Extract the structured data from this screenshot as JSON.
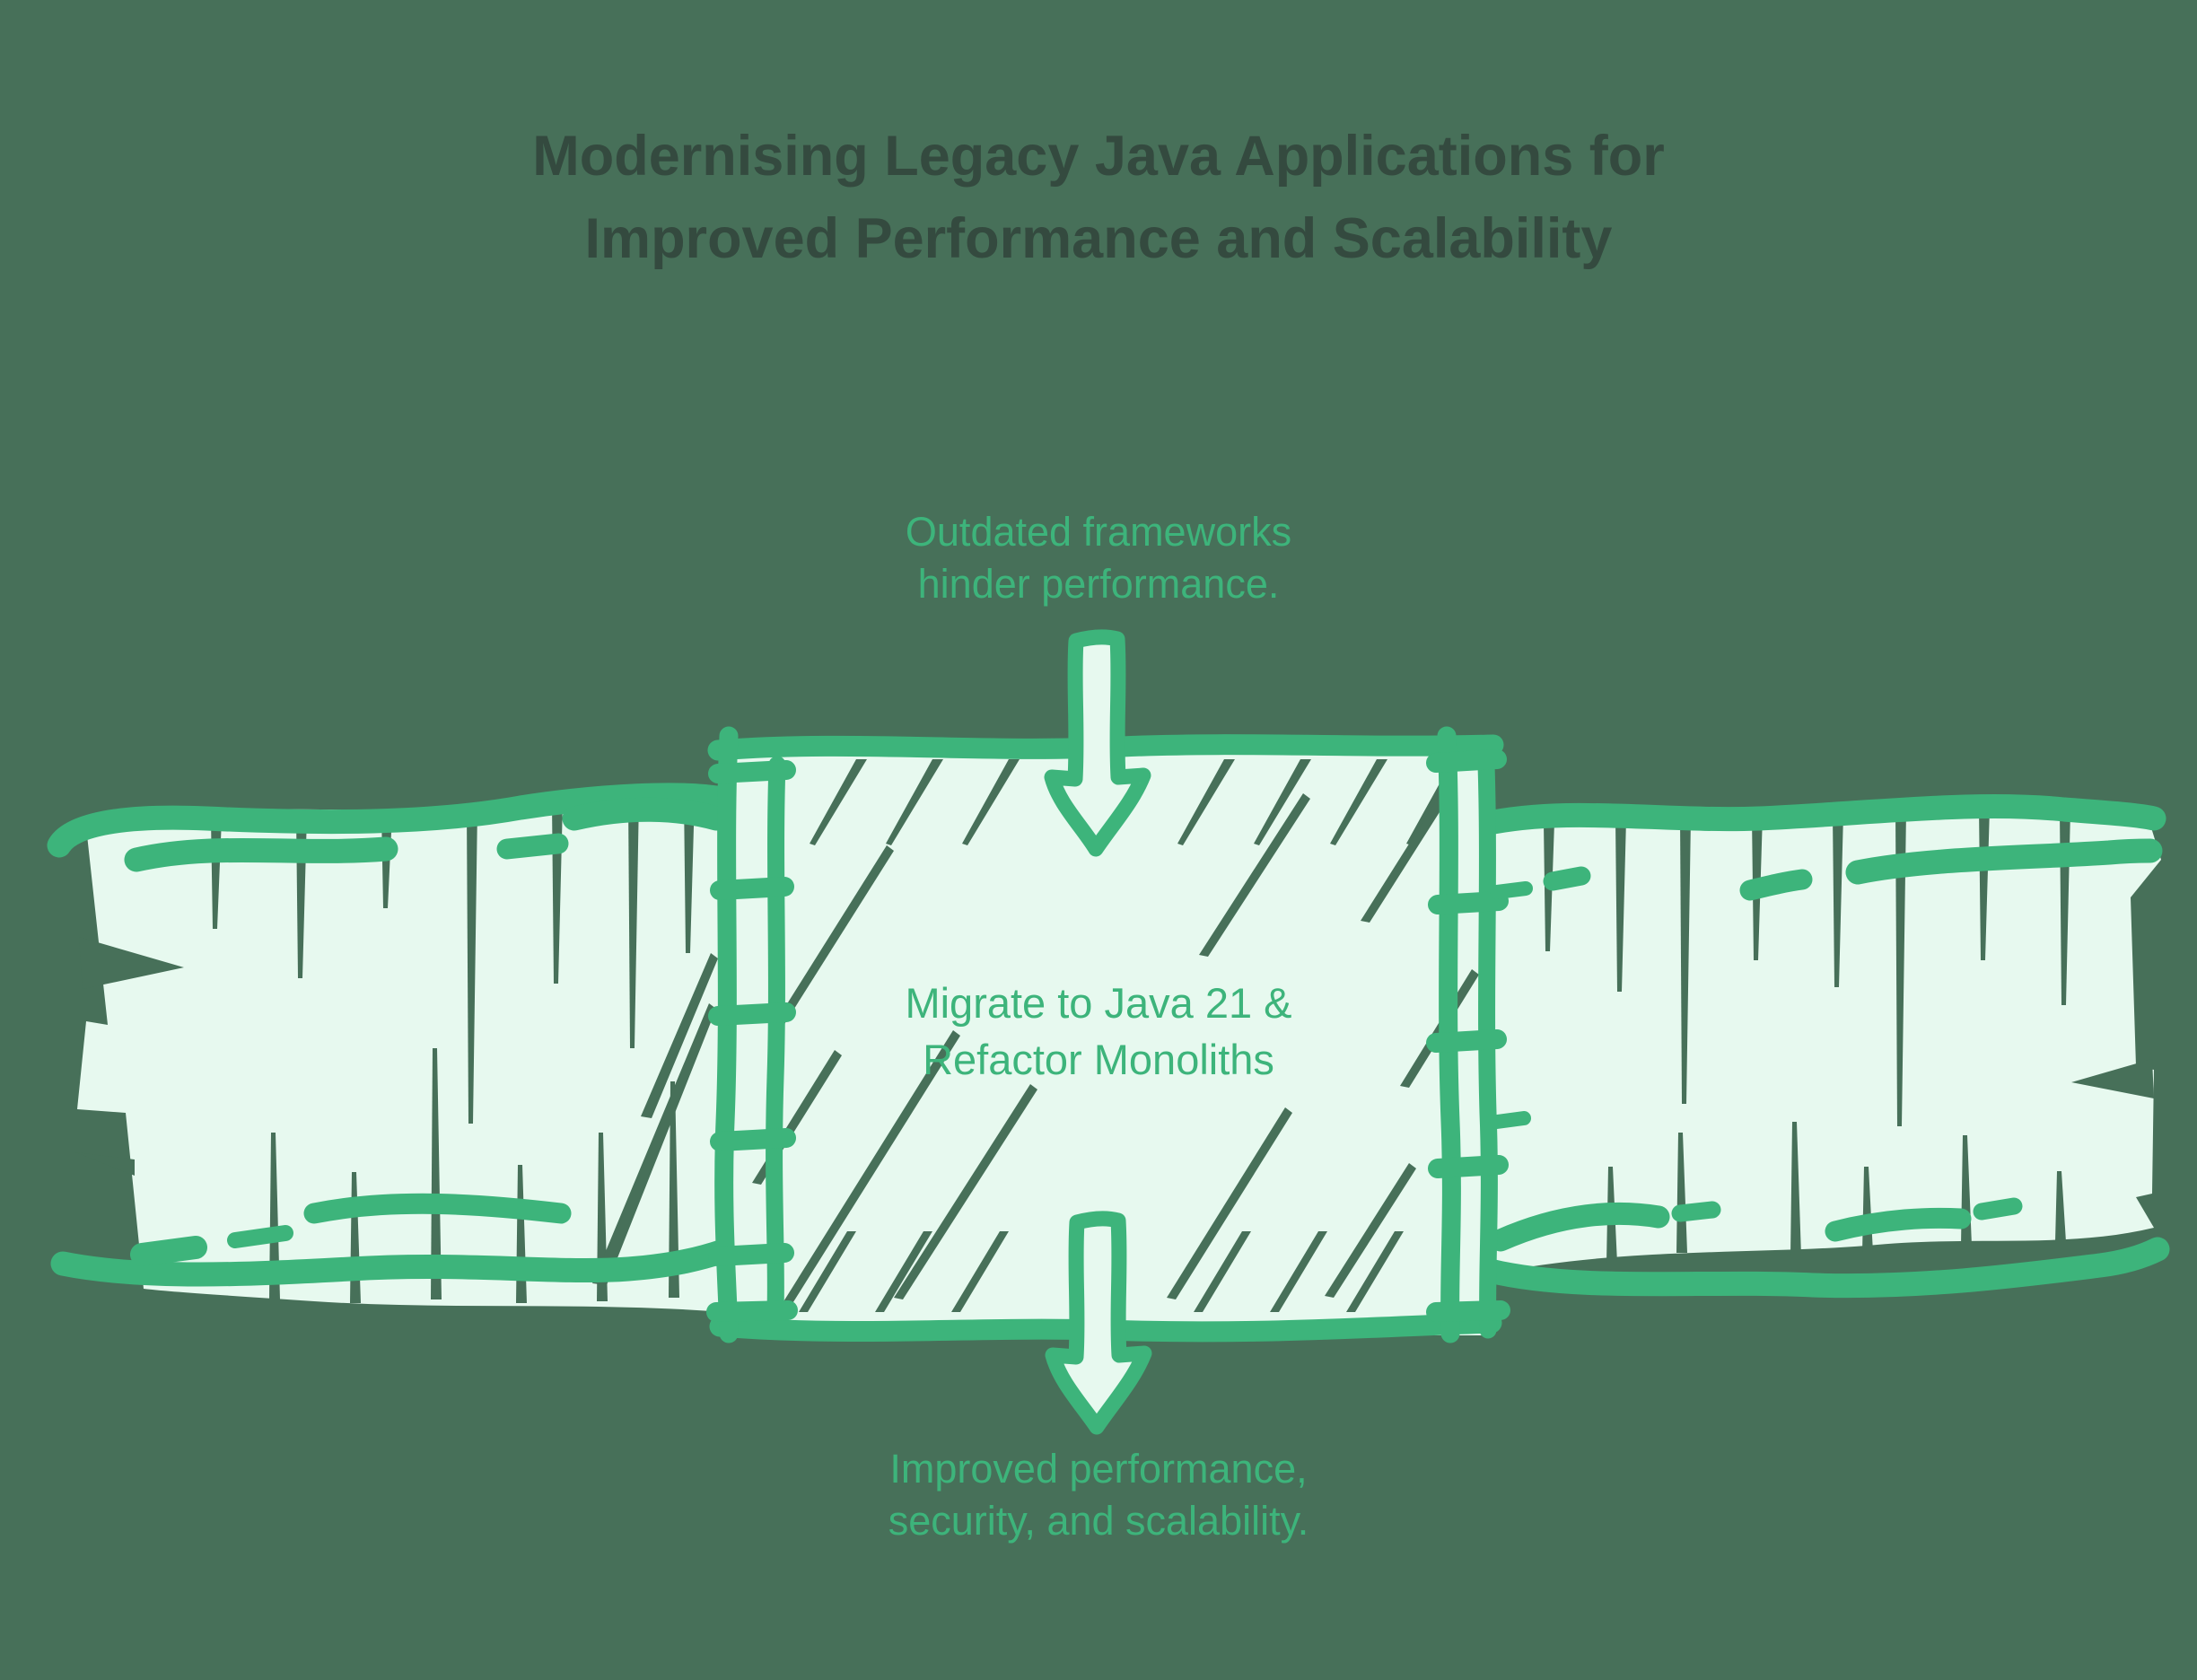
{
  "title": {
    "line1": "Modernising Legacy Java Applications for",
    "line2": "Improved Performance and Scalability"
  },
  "flow": {
    "input_caption": {
      "line1": "Outdated frameworks",
      "line2": "hinder performance."
    },
    "process_box": {
      "line1": "Migrate to Java 21 &",
      "line2": "Refactor Monoliths"
    },
    "output_caption": {
      "line1": "Improved performance,",
      "line2": "security, and scalability."
    },
    "arrow_direction": "down"
  },
  "colors": {
    "background": "#477059",
    "accent_green": "#3db47b",
    "fill_mint": "#e7f9ef",
    "title_text": "#344a3f"
  }
}
